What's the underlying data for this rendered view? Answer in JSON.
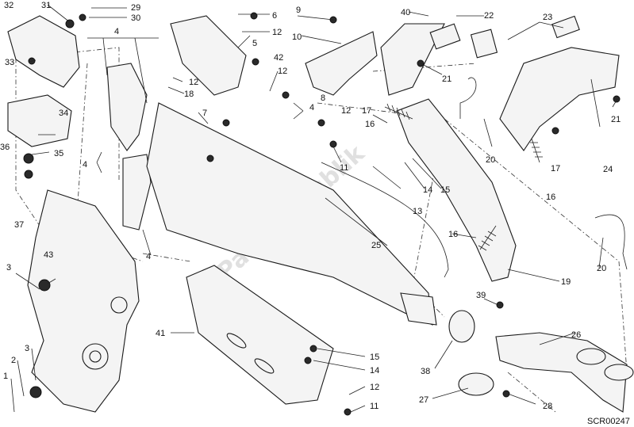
{
  "diagram": {
    "code": "SCR00247",
    "watermark": "PartsRepublik",
    "callouts": [
      "1",
      "2",
      "3",
      "3",
      "4",
      "4",
      "4",
      "4",
      "5",
      "6",
      "7",
      "8",
      "9",
      "10",
      "11",
      "11",
      "12",
      "12",
      "12",
      "12",
      "12",
      "13",
      "14",
      "14",
      "15",
      "15",
      "16",
      "16",
      "16",
      "17",
      "17",
      "18",
      "19",
      "20",
      "20",
      "21",
      "21",
      "22",
      "23",
      "24",
      "25",
      "26",
      "27",
      "28",
      "29",
      "30",
      "31",
      "32",
      "33",
      "34",
      "35",
      "36",
      "37",
      "38",
      "39",
      "40",
      "41",
      "42",
      "43"
    ]
  }
}
